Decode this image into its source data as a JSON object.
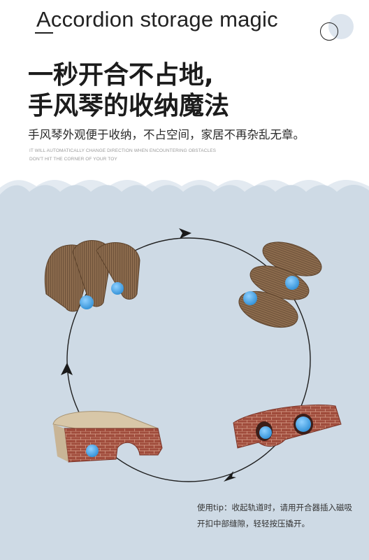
{
  "header": {
    "title": "Accordion storage magic"
  },
  "headline": {
    "line1": "一秒开合不占地,",
    "line2": "手风琴的收纳魔法"
  },
  "subtitle": "手风琴外观便于收纳，不占空间，家居不再杂乱无章。",
  "fine_print": {
    "line1": "IT WILL AUTOMATICALLY CHANGE DIRECTION WHEN ENCOUNTERING OBSTACLES",
    "line2": "DON'T HIT THE CORNER OF YOUR TOY"
  },
  "tip": {
    "line1": "使用tip：收起轨道时，请用开合器插入磁吸",
    "line2": "开扣中部缝隙，轻轻按压撬开。"
  },
  "colors": {
    "panel": "#cfdbe6",
    "wave_light": "#e6ecf2",
    "cardboard": "#8a6a4b",
    "brick": "#9c4a3a",
    "ball": "#5aaee8"
  },
  "icons": {
    "cycle_arrows": "cycle-arrow-icon",
    "logo_circle": "circle-logo-icon"
  }
}
